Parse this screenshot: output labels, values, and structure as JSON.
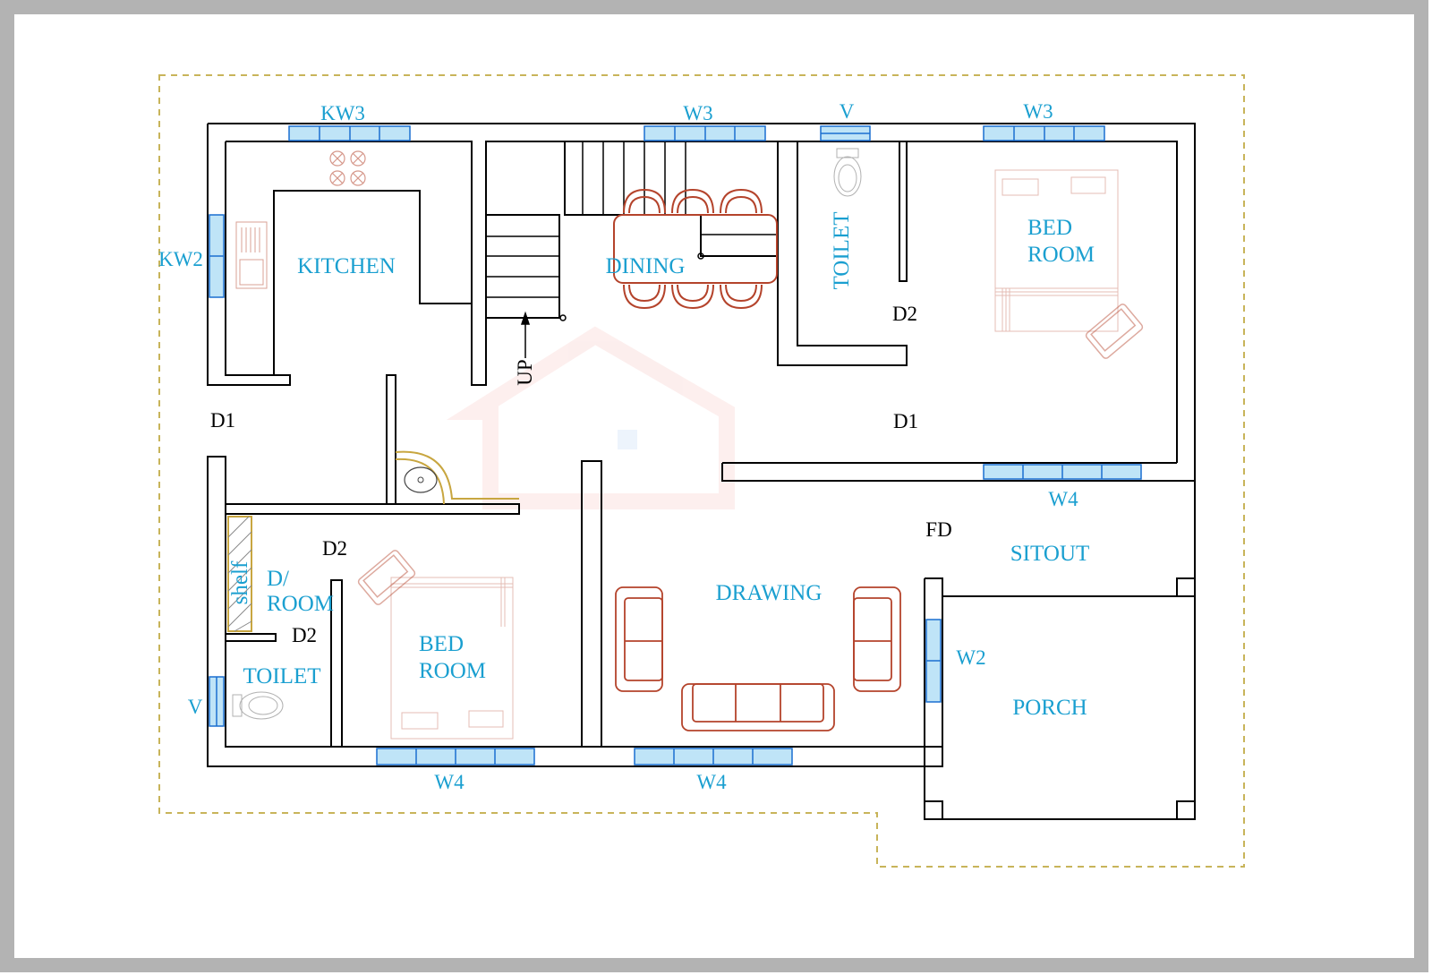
{
  "colors": {
    "wall": "#000000",
    "window_frame": "#1a6fd0",
    "window_glass": "#bfe4f7",
    "label": "#1a9fd0",
    "furniture": "#b4432b",
    "plot_line": "#c8b45a",
    "fixture": "#c8a640",
    "frame_border": "#b3b3b3"
  },
  "rooms": {
    "kitchen": "KITCHEN",
    "dining": "DINING",
    "toilet_top": "TOILET",
    "bedroom_top_line1": "BED",
    "bedroom_top_line2": "ROOM",
    "sitout": "SITOUT",
    "drawing": "DRAWING",
    "porch": "PORCH",
    "dress_room_line1": "D/",
    "dress_room_line2": "ROOM",
    "shelf": "shelf",
    "toilet_bottom": "TOILET",
    "bedroom_bottom_line1": "BED",
    "bedroom_bottom_line2": "ROOM",
    "stair": "UP"
  },
  "windows": {
    "kw3": "KW3",
    "w3_dining": "W3",
    "v_top": "V",
    "w3_bedroom": "W3",
    "kw2": "KW2",
    "w4_bedroom_top": "W4",
    "w2": "W2",
    "v_bottom": "V",
    "w4_bedroom_bottom": "W4",
    "w4_drawing": "W4"
  },
  "doors": {
    "d1_left": "D1",
    "d1_right": "D1",
    "d2_top": "D2",
    "d2_middle": "D2",
    "d2_bottom": "D2",
    "fd": "FD"
  }
}
